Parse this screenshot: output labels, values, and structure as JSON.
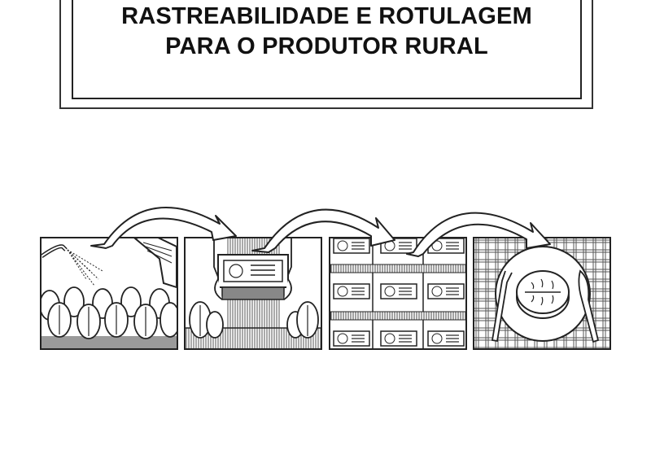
{
  "title": {
    "line1": "RASTREABILIDADE E ROTULAGEM",
    "line2": "PARA O PRODUTOR RURAL"
  },
  "illustration": {
    "panels": [
      {
        "name": "cultivation",
        "description": "plants being watered in the field"
      },
      {
        "name": "packing",
        "description": "hands holding a labeled box"
      },
      {
        "name": "distribution",
        "description": "stacked labeled boxes"
      },
      {
        "name": "consumption",
        "description": "plate with food on checkered tablecloth"
      }
    ],
    "arrows": 3,
    "colors": {
      "ink": "#222222",
      "paper": "#ffffff",
      "shade": "#9a9a9a"
    }
  }
}
